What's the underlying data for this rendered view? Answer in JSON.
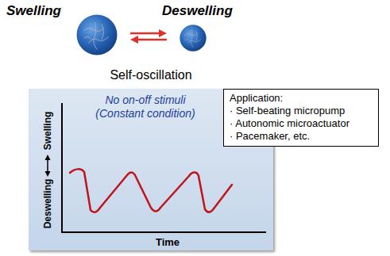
{
  "diagram": {
    "nodes": [
      {
        "text": [
          "Swelling"
        ]
      },
      {
        "text": [
          "Deswelling"
        ]
      },
      {
        "text": [
          "No on-off stimuli (Constant condition)"
        ]
      },
      {
        "text": [
          "Application:",
          "· Self-beating micropump",
          "· Autonomic microactuator",
          "· Pacemaker, etc."
        ]
      }
    ],
    "edges": [
      {
        "from": 0,
        "to": 1,
        "arrow": "to"
      },
      {
        "from": 1,
        "to": 0,
        "arrow": "to"
      }
    ],
    "labels": [
      "Self-oscillation",
      "Swelling",
      "Deswelling",
      "Time"
    ]
  }
}
